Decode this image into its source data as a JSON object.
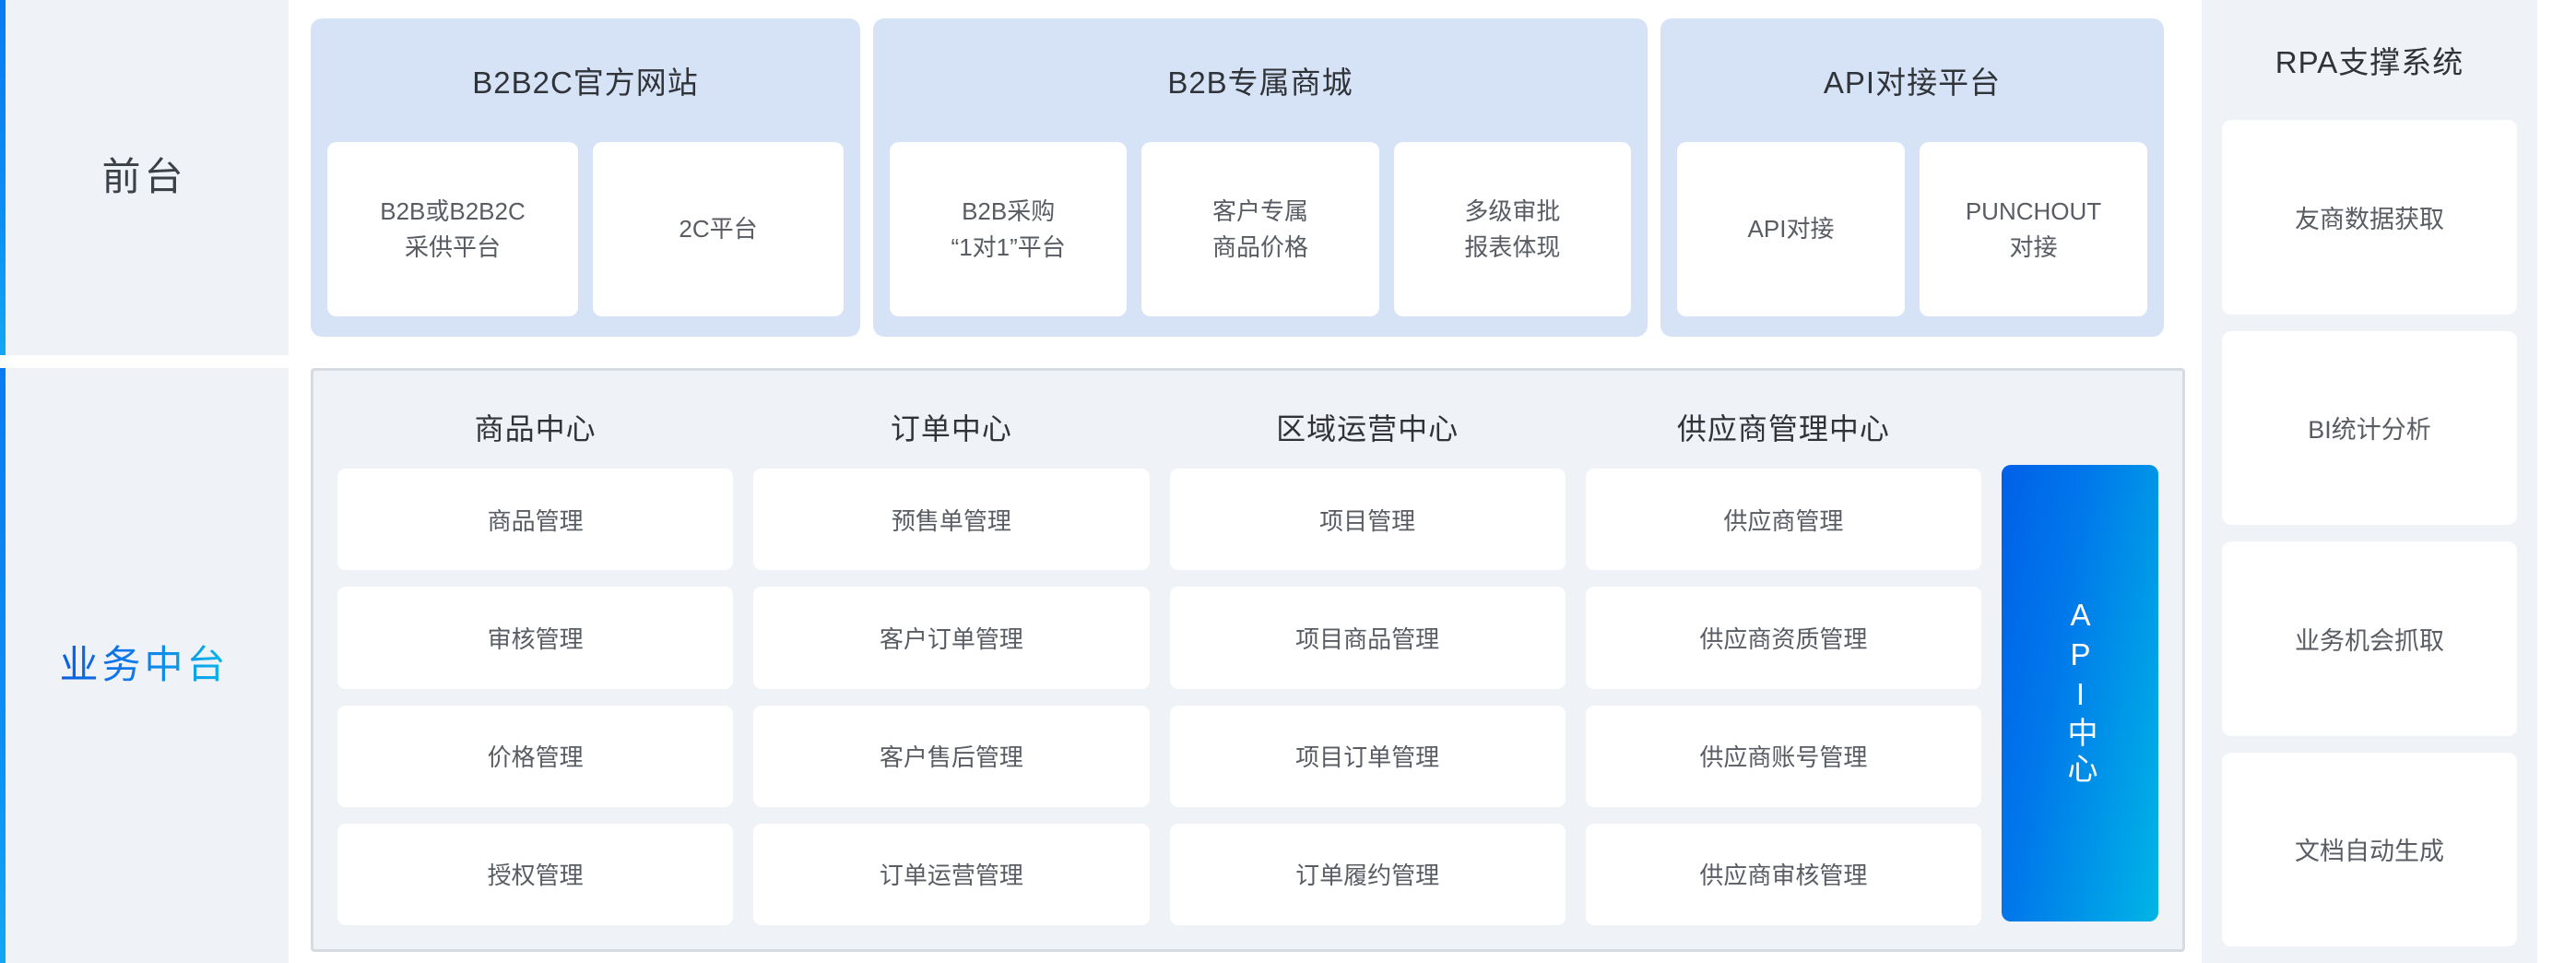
{
  "rail": {
    "front_label": "前台",
    "middle_label": "业务中台",
    "accent_start": "#0a7cf0",
    "accent_end": "#12a7f5",
    "middle_label_gradient_start": "#0b5fe0",
    "middle_label_gradient_end": "#0ab8e8"
  },
  "front_stage": {
    "groups": [
      {
        "title": "B2B2C官方网站",
        "cards": [
          "B2B或B2B2C\n采供平台",
          "2C平台"
        ]
      },
      {
        "title": "B2B专属商城",
        "cards": [
          "B2B采购\n“1对1”平台",
          "客户专属\n商品价格",
          "多级审批\n报表体现"
        ]
      },
      {
        "title": "API对接平台",
        "cards": [
          "API对接",
          "PUNCHOUT\n对接"
        ]
      }
    ]
  },
  "middle_stage": {
    "columns": [
      {
        "title": "商品中心",
        "items": [
          "商品管理",
          "审核管理",
          "价格管理",
          "授权管理"
        ]
      },
      {
        "title": "订单中心",
        "items": [
          "预售单管理",
          "客户订单管理",
          "客户售后管理",
          "订单运营管理"
        ]
      },
      {
        "title": "区域运营中心",
        "items": [
          "项目管理",
          "项目商品管理",
          "项目订单管理",
          "订单履约管理"
        ]
      },
      {
        "title": "供应商管理中心",
        "items": [
          "供应商管理",
          "供应商资质管理",
          "供应商账号管理",
          "供应商审核管理"
        ]
      }
    ],
    "api_center": {
      "label": "API中心",
      "gradient_start": "#0060e8",
      "gradient_end": "#00b5e6"
    }
  },
  "rpa": {
    "title": "RPA支撑系统",
    "items": [
      "友商数据获取",
      "BI统计分析",
      "业务机会抓取",
      "文档自动生成"
    ]
  },
  "colors": {
    "page_background": "#ffffff",
    "panel_background": "#eff2f7",
    "group_background": "#d6e3f7",
    "card_background": "#ffffff",
    "title_text": "#303338",
    "card_text": "#595d63",
    "mid_border": "#d6dbe2"
  }
}
